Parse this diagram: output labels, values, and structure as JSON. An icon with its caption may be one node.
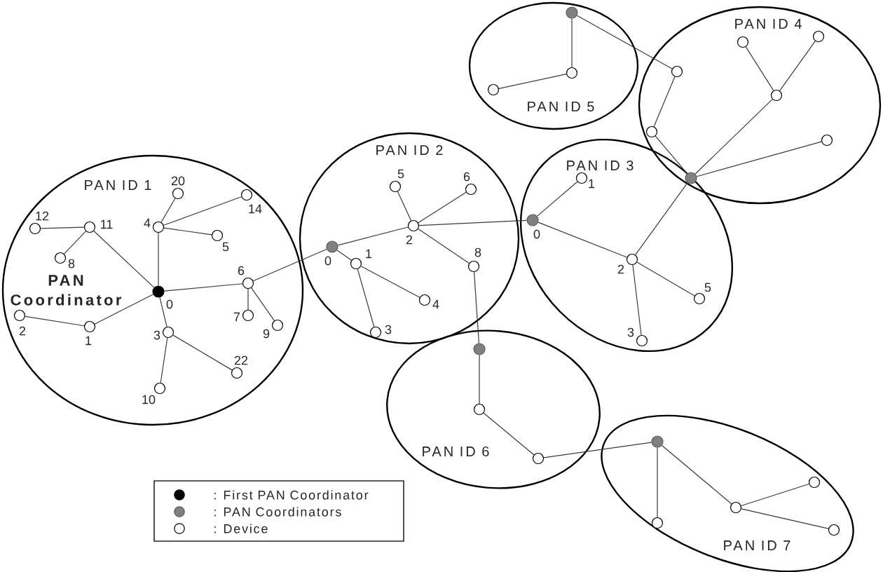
{
  "diagram": {
    "nodes": [
      {
        "text": [
          "PAN ID 1"
        ]
      },
      {
        "text": [],
        "shape": "circle",
        "in": 0,
        "beside": [
          "0"
        ]
      },
      {
        "text": [],
        "shape": "circle",
        "in": 0,
        "beside": [
          "4"
        ]
      },
      {
        "text": [],
        "shape": "circle",
        "in": 0,
        "beside": [
          "20"
        ]
      },
      {
        "text": [],
        "shape": "circle",
        "in": 0,
        "beside": [
          "14"
        ]
      },
      {
        "text": [],
        "shape": "circle",
        "in": 0,
        "beside": [
          "5"
        ]
      },
      {
        "text": [],
        "shape": "circle",
        "in": 0,
        "beside": [
          "11"
        ]
      },
      {
        "text": [],
        "shape": "circle",
        "in": 0,
        "beside": [
          "12"
        ]
      },
      {
        "text": [],
        "shape": "circle",
        "in": 0,
        "beside": [
          "8"
        ]
      },
      {
        "text": [],
        "shape": "circle",
        "in": 0,
        "beside": [
          "1"
        ]
      },
      {
        "text": [],
        "shape": "circle",
        "in": 0,
        "beside": [
          "2"
        ]
      },
      {
        "text": [],
        "shape": "circle",
        "in": 0,
        "beside": [
          "6"
        ]
      },
      {
        "text": [],
        "shape": "circle",
        "in": 0,
        "beside": [
          "7"
        ]
      },
      {
        "text": [],
        "shape": "circle",
        "in": 0,
        "beside": [
          "9"
        ]
      },
      {
        "text": [],
        "shape": "circle",
        "in": 0,
        "beside": [
          "3"
        ]
      },
      {
        "text": [],
        "shape": "circle",
        "in": 0,
        "beside": [
          "22"
        ]
      },
      {
        "text": [],
        "shape": "circle",
        "in": 0,
        "beside": [
          "10"
        ]
      },
      {
        "text": [
          "PAN ID 2"
        ]
      },
      {
        "text": [],
        "shape": "circle",
        "in": 17,
        "beside": [
          "0"
        ]
      },
      {
        "text": [],
        "shape": "circle",
        "in": 17,
        "beside": [
          "1"
        ]
      },
      {
        "text": [],
        "shape": "circle",
        "in": 17,
        "beside": [
          "4"
        ]
      },
      {
        "text": [],
        "shape": "circle",
        "in": 17,
        "beside": [
          "3"
        ]
      },
      {
        "text": [],
        "shape": "circle",
        "in": 17,
        "beside": [
          "2"
        ]
      },
      {
        "text": [],
        "shape": "circle",
        "in": 17,
        "beside": [
          "5"
        ]
      },
      {
        "text": [],
        "shape": "circle",
        "in": 17,
        "beside": [
          "6"
        ]
      },
      {
        "text": [],
        "shape": "circle",
        "in": 17,
        "beside": [
          "8"
        ]
      },
      {
        "text": [
          "PAN ID 3"
        ]
      },
      {
        "text": [],
        "shape": "circle",
        "in": 26,
        "beside": [
          "0"
        ]
      },
      {
        "text": [],
        "shape": "circle",
        "in": 26,
        "beside": [
          "1"
        ]
      },
      {
        "text": [],
        "shape": "circle",
        "in": 26,
        "beside": [
          "2"
        ]
      },
      {
        "text": [],
        "shape": "circle",
        "in": 26,
        "beside": [
          "3"
        ]
      },
      {
        "text": [],
        "shape": "circle",
        "in": 26,
        "beside": [
          "5"
        ]
      },
      {
        "text": [
          "PAN ID 4"
        ]
      },
      {
        "text": [],
        "shape": "circle"
      },
      {
        "text": [],
        "shape": "circle",
        "in": 32
      },
      {
        "text": [],
        "shape": "circle",
        "in": 32
      },
      {
        "text": [],
        "shape": "circle",
        "in": 32
      },
      {
        "text": [],
        "shape": "circle",
        "in": 32
      },
      {
        "text": [],
        "shape": "circle",
        "in": 32
      },
      {
        "text": [],
        "shape": "circle",
        "in": 32
      },
      {
        "text": [
          "PAN ID 5"
        ]
      },
      {
        "text": [],
        "shape": "circle",
        "in": 40
      },
      {
        "text": [],
        "shape": "circle",
        "in": 40
      },
      {
        "text": [],
        "shape": "circle",
        "in": 40
      },
      {
        "text": [
          "PAN ID 6"
        ]
      },
      {
        "text": [],
        "shape": "circle",
        "in": 44
      },
      {
        "text": [],
        "shape": "circle",
        "in": 44
      },
      {
        "text": [],
        "shape": "circle",
        "in": 44
      },
      {
        "text": [
          "PAN ID 7"
        ]
      },
      {
        "text": [],
        "shape": "circle",
        "in": 48
      },
      {
        "text": [],
        "shape": "circle",
        "in": 48
      },
      {
        "text": [],
        "shape": "circle",
        "in": 48
      },
      {
        "text": [],
        "shape": "circle",
        "in": 48
      },
      {
        "text": [],
        "shape": "circle",
        "in": 48
      }
    ],
    "edges": [
      {
        "from": 1,
        "to": 2,
        "arrow": "none"
      },
      {
        "from": 2,
        "to": 3,
        "arrow": "none"
      },
      {
        "from": 2,
        "to": 4,
        "arrow": "none"
      },
      {
        "from": 2,
        "to": 5,
        "arrow": "none"
      },
      {
        "from": 1,
        "to": 6,
        "arrow": "none"
      },
      {
        "from": 6,
        "to": 7,
        "arrow": "none"
      },
      {
        "from": 6,
        "to": 8,
        "arrow": "none"
      },
      {
        "from": 1,
        "to": 9,
        "arrow": "none"
      },
      {
        "from": 9,
        "to": 10,
        "arrow": "none"
      },
      {
        "from": 1,
        "to": 11,
        "arrow": "none"
      },
      {
        "from": 11,
        "to": 12,
        "arrow": "none"
      },
      {
        "from": 11,
        "to": 13,
        "arrow": "none"
      },
      {
        "from": 1,
        "to": 14,
        "arrow": "none"
      },
      {
        "from": 14,
        "to": 15,
        "arrow": "none"
      },
      {
        "from": 14,
        "to": 16,
        "arrow": "none"
      },
      {
        "from": 11,
        "to": 18,
        "arrow": "none"
      },
      {
        "from": 18,
        "to": 19,
        "arrow": "none"
      },
      {
        "from": 19,
        "to": 20,
        "arrow": "none"
      },
      {
        "from": 19,
        "to": 21,
        "arrow": "none"
      },
      {
        "from": 18,
        "to": 22,
        "arrow": "none"
      },
      {
        "from": 22,
        "to": 23,
        "arrow": "none"
      },
      {
        "from": 22,
        "to": 24,
        "arrow": "none"
      },
      {
        "from": 22,
        "to": 25,
        "arrow": "none"
      },
      {
        "from": 22,
        "to": 27,
        "arrow": "none"
      },
      {
        "from": 25,
        "to": 45,
        "arrow": "none"
      },
      {
        "from": 27,
        "to": 28,
        "arrow": "none"
      },
      {
        "from": 27,
        "to": 29,
        "arrow": "none"
      },
      {
        "from": 29,
        "to": 30,
        "arrow": "none"
      },
      {
        "from": 29,
        "to": 31,
        "arrow": "none"
      },
      {
        "from": 29,
        "to": 33,
        "arrow": "none"
      },
      {
        "from": 33,
        "to": 34,
        "arrow": "none"
      },
      {
        "from": 34,
        "to": 35,
        "arrow": "none"
      },
      {
        "from": 35,
        "to": 41,
        "arrow": "none"
      },
      {
        "from": 33,
        "to": 36,
        "arrow": "none"
      },
      {
        "from": 36,
        "to": 37,
        "arrow": "none"
      },
      {
        "from": 36,
        "to": 38,
        "arrow": "none"
      },
      {
        "from": 33,
        "to": 39,
        "arrow": "none"
      },
      {
        "from": 41,
        "to": 42,
        "arrow": "none"
      },
      {
        "from": 42,
        "to": 43,
        "arrow": "none"
      },
      {
        "from": 45,
        "to": 46,
        "arrow": "none"
      },
      {
        "from": 46,
        "to": 47,
        "arrow": "none"
      },
      {
        "from": 47,
        "to": 49,
        "arrow": "none"
      },
      {
        "from": 49,
        "to": 50,
        "arrow": "none"
      },
      {
        "from": 49,
        "to": 51,
        "arrow": "none"
      },
      {
        "from": 51,
        "to": 52,
        "arrow": "none"
      },
      {
        "from": 51,
        "to": 53,
        "arrow": "none"
      }
    ],
    "labels": [
      "PAN Coordinator"
    ],
    "legend": [
      {
        "text": ": First PAN Coordinator",
        "color": "#000000"
      },
      {
        "text": ": PAN Coordinators",
        "color": "#808080"
      },
      {
        "text": ": Device"
      }
    ]
  }
}
